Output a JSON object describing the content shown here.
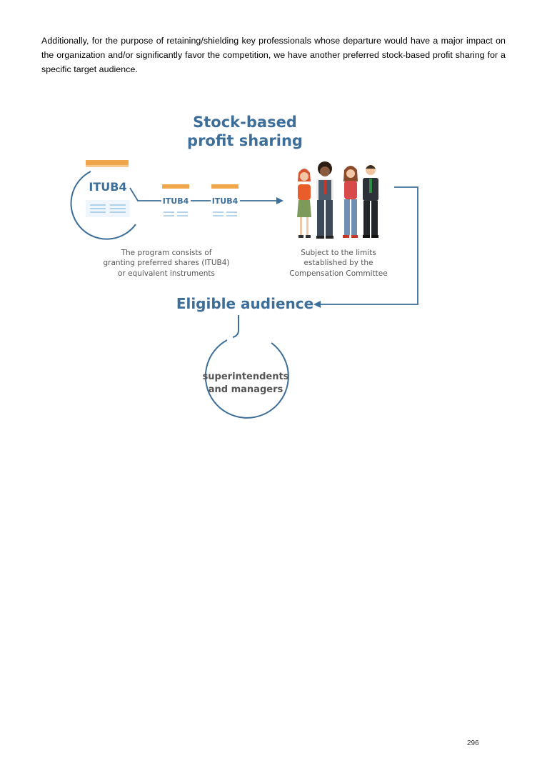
{
  "intro_text": "Additionally, for the purpose of retaining/shielding key professionals whose departure would have a major impact on the organization and/or significantly favor the competition, we have another preferred stock-based profit sharing for a specific target audience.",
  "figure": {
    "title_line1": "Stock-based",
    "title_line2": "profit sharing",
    "ticker_main": "ITUB4",
    "ticker_small_1": "ITUB4",
    "ticker_small_2": "ITUB4",
    "caption_left": [
      "The program consists of",
      "granting preferred shares (ITUB4)",
      "or equivalent instruments"
    ],
    "caption_right": [
      "Subject to the limits",
      "established by the",
      "Compensation Committee"
    ],
    "eligible_title": "Eligible audience",
    "circle_text": [
      "superintendents",
      "and managers"
    ],
    "colors": {
      "blue": "#3d6e99",
      "orange": "#f0a64a",
      "gray_text": "#555555",
      "doc_lines": "#9cc5e4"
    },
    "icons": [
      "stock-certificate-icon",
      "people-group-illustration",
      "arrow-right-icon",
      "arrow-left-icon"
    ]
  },
  "page_number": "296"
}
